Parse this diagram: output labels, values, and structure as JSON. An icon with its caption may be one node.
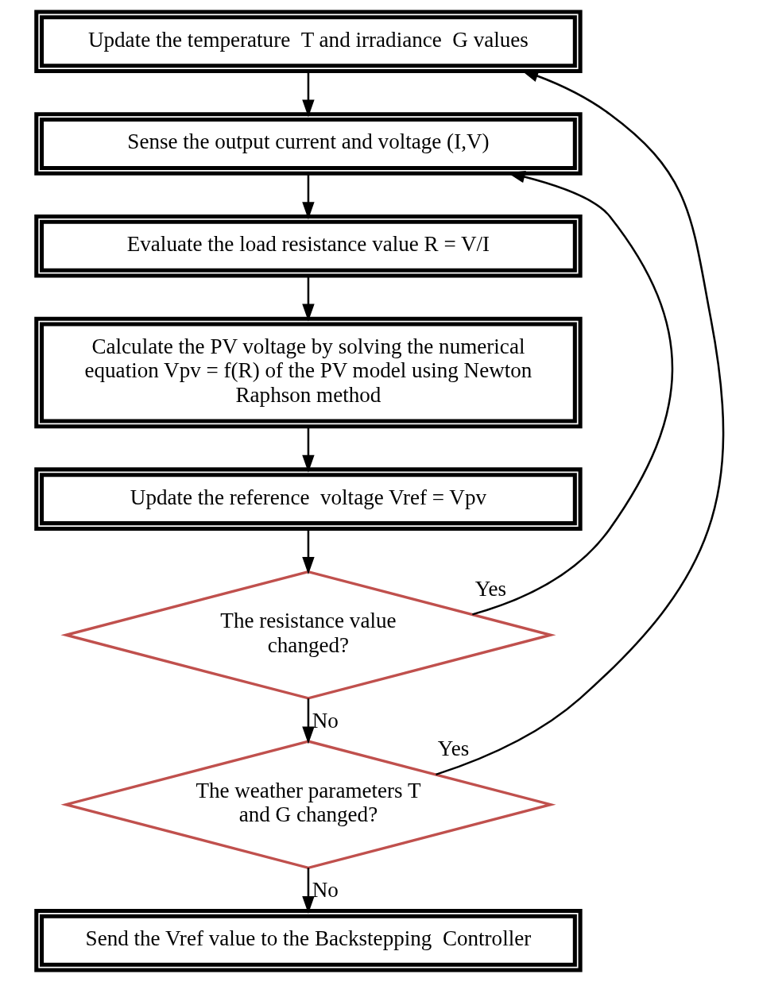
{
  "diagram": {
    "nodes": [
      {
        "text": [
          "Update the temperature  T and irradiance  G values"
        ]
      },
      {
        "text": [
          "Sense the output current and voltage (I,V)"
        ]
      },
      {
        "text": [
          "Evaluate the load resistance value R = V/I"
        ]
      },
      {
        "text": [
          "Calculate the PV voltage by solving the numerical equation Vpv = f(R) of the PV model using Newton Raphson method"
        ]
      },
      {
        "text": [
          "Update the reference  voltage Vref = Vpv"
        ]
      },
      {
        "text": [
          "The resistance value changed?"
        ]
      },
      {
        "text": [
          "The weather parameters T and G changed?"
        ]
      },
      {
        "text": [
          "Send the Vref value to the Backstepping  Controller"
        ]
      }
    ],
    "edges": [
      {
        "from": 0,
        "to": 1,
        "arrow": "to"
      },
      {
        "from": 1,
        "to": 2,
        "arrow": "to"
      },
      {
        "from": 2,
        "to": 3,
        "arrow": "to"
      },
      {
        "from": 3,
        "to": 4,
        "arrow": "to"
      },
      {
        "from": 4,
        "to": 5,
        "arrow": "to"
      },
      {
        "from": 5,
        "to": 1,
        "arrow": "to",
        "label": "Yes"
      },
      {
        "from": 5,
        "to": 6,
        "arrow": "to",
        "label": "No"
      },
      {
        "from": 6,
        "to": 0,
        "arrow": "to",
        "label": "Yes"
      },
      {
        "from": 6,
        "to": 7,
        "arrow": "to",
        "label": "No"
      }
    ]
  }
}
